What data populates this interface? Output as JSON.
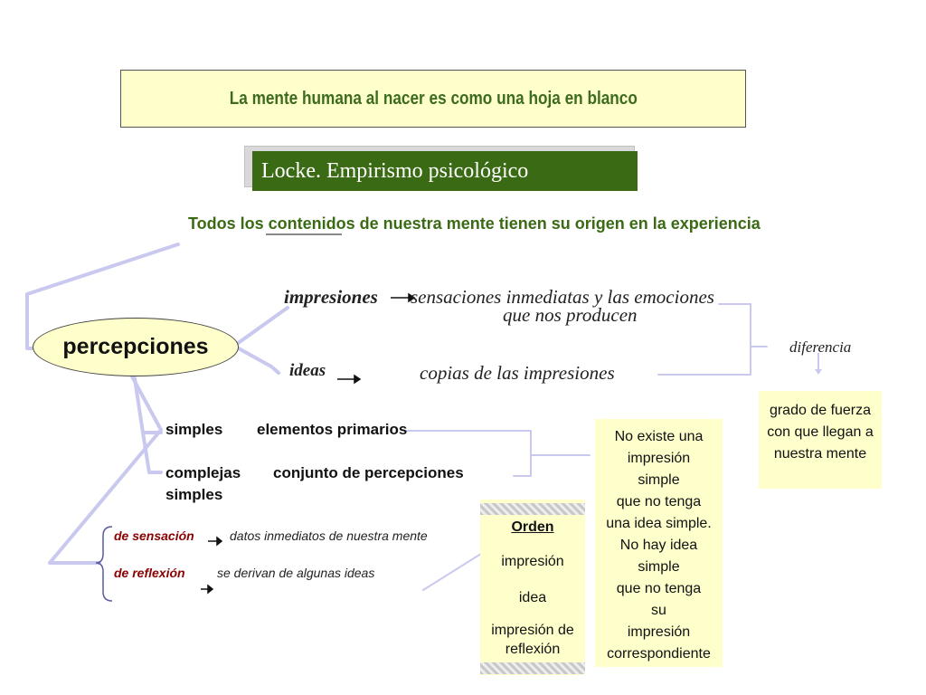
{
  "banner_text": "La mente humana al nacer es como una hoja en blanco",
  "title": "Locke. Empirismo psicológico",
  "premise": "Todos los contenidos de nuestra mente tienen su origen en la experiencia",
  "root_node": "percepciones",
  "impresiones": {
    "label": "impresiones",
    "desc_line1": "sensaciones inmediatas y las  emociones",
    "desc_line2": "que nos producen"
  },
  "ideas": {
    "label": "ideas",
    "desc": "copias de las impresiones"
  },
  "difference": {
    "label": "diferencia",
    "explanation": "grado de fuerza con que llegan a nuestra mente"
  },
  "types": {
    "simples_label": "simples",
    "simples_desc": "elementos primarios",
    "complejas_label": "complejas",
    "complejas_desc": "conjunto de percepciones",
    "complejas_desc_cont": "simples"
  },
  "origin": {
    "sensacion_label": "de sensación",
    "sensacion_desc": "datos inmediatos de nuestra mente",
    "reflexion_label": "de reflexión",
    "reflexion_desc": "se derivan  de algunas ideas"
  },
  "orden": {
    "title": "Orden",
    "step1": "impresión",
    "step2": "idea",
    "step3_line1": "impresión de",
    "step3_line2": "reflexión"
  },
  "principle_lines": [
    "No existe una",
    "impresión",
    "simple",
    "que no tenga",
    "una idea simple.",
    "No hay idea",
    "simple",
    "que no tenga",
    "su",
    "impresión",
    "correspondiente"
  ],
  "colors": {
    "green_text": "#3a6b14",
    "title_bg": "#3a6b14",
    "panel_bg": "#ffffcc",
    "connector": "#c9c9f0",
    "red_label": "#8b0000"
  }
}
